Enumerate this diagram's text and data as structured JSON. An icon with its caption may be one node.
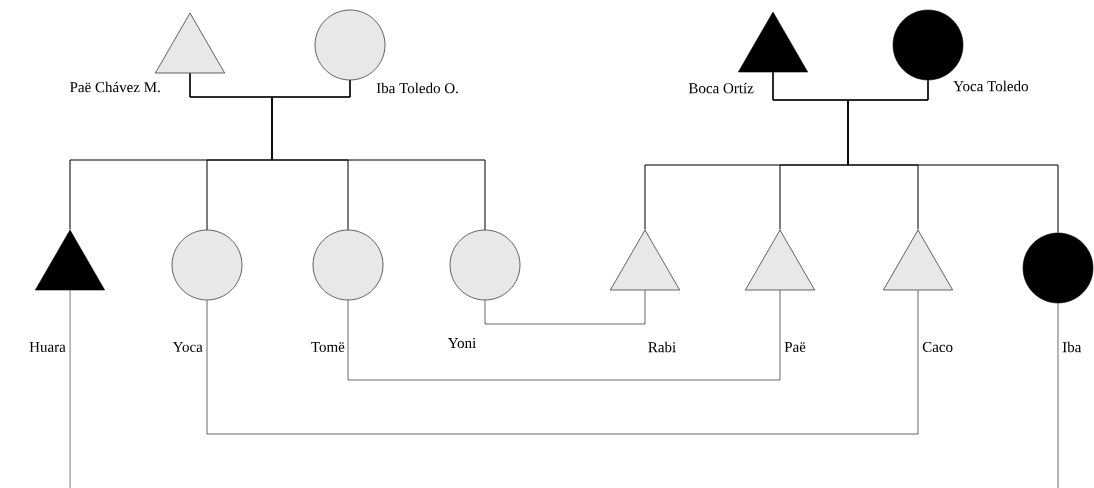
{
  "diagram": {
    "nodes": [
      {
        "text": [
          "Paë Chávez M."
        ]
      },
      {
        "text": [
          "Iba Toledo O."
        ]
      },
      {
        "text": [
          "Boca Ortíz"
        ]
      },
      {
        "text": [
          "Yoca Toledo"
        ]
      },
      {
        "text": [
          "Huara"
        ]
      },
      {
        "text": [
          "Yoca"
        ]
      },
      {
        "text": [
          "Tomë"
        ]
      },
      {
        "text": [
          "Yoni"
        ]
      },
      {
        "text": [
          "Rabi"
        ]
      },
      {
        "text": [
          "Paë"
        ]
      },
      {
        "text": [
          "Caco"
        ]
      },
      {
        "text": [
          "Iba"
        ]
      }
    ],
    "edges": [
      {
        "from": 0,
        "to": 1,
        "arrow": "none"
      },
      {
        "from": 0,
        "to": 4,
        "arrow": "none"
      },
      {
        "from": 1,
        "to": 4,
        "arrow": "none"
      },
      {
        "from": 0,
        "to": 5,
        "arrow": "none"
      },
      {
        "from": 1,
        "to": 5,
        "arrow": "none"
      },
      {
        "from": 0,
        "to": 6,
        "arrow": "none"
      },
      {
        "from": 1,
        "to": 6,
        "arrow": "none"
      },
      {
        "from": 0,
        "to": 7,
        "arrow": "none"
      },
      {
        "from": 1,
        "to": 7,
        "arrow": "none"
      },
      {
        "from": 2,
        "to": 3,
        "arrow": "none"
      },
      {
        "from": 2,
        "to": 8,
        "arrow": "none"
      },
      {
        "from": 3,
        "to": 8,
        "arrow": "none"
      },
      {
        "from": 2,
        "to": 9,
        "arrow": "none"
      },
      {
        "from": 3,
        "to": 9,
        "arrow": "none"
      },
      {
        "from": 2,
        "to": 10,
        "arrow": "none"
      },
      {
        "from": 3,
        "to": 10,
        "arrow": "none"
      },
      {
        "from": 2,
        "to": 11,
        "arrow": "none"
      },
      {
        "from": 3,
        "to": 11,
        "arrow": "none"
      },
      {
        "from": 7,
        "to": 8,
        "arrow": "none"
      },
      {
        "from": 6,
        "to": 9,
        "arrow": "none"
      },
      {
        "from": 5,
        "to": 10,
        "arrow": "none"
      },
      {
        "from": 4,
        "to": null,
        "arrow": "none"
      },
      {
        "from": 11,
        "to": null,
        "arrow": "none"
      }
    ]
  }
}
